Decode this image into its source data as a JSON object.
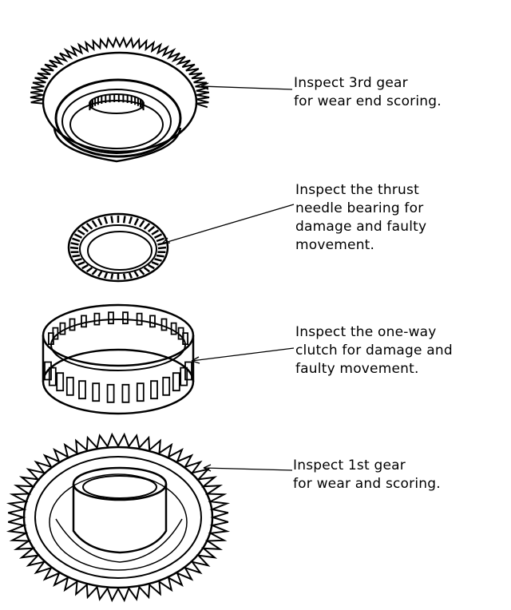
{
  "diagram": {
    "callouts": [
      {
        "id": "third-gear",
        "lines": [
          "Inspect 3rd gear",
          "for wear end scoring."
        ]
      },
      {
        "id": "thrust-bearing",
        "lines": [
          "Inspect the thrust",
          "needle bearing for",
          "damage and faulty",
          "movement."
        ]
      },
      {
        "id": "one-way-clutch",
        "lines": [
          "Inspect the one-way",
          "clutch for damage and",
          "faulty movement."
        ]
      },
      {
        "id": "first-gear",
        "lines": [
          "Inspect 1st gear",
          "for wear and scoring."
        ]
      }
    ],
    "colors": {
      "ink": "#000000",
      "paper": "#ffffff"
    }
  }
}
